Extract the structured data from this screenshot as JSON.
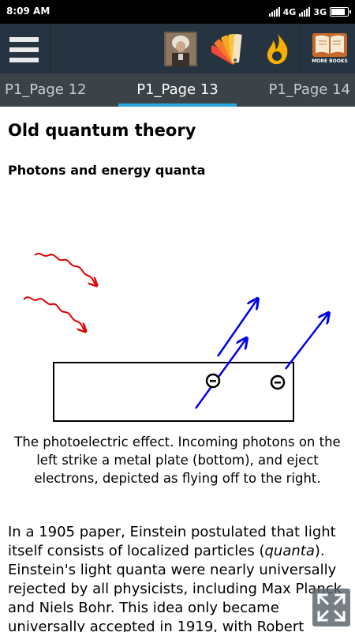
{
  "status": {
    "time": "8:09 AM",
    "net1": "4G",
    "net2": "3G"
  },
  "appbar": {
    "more_books_label": "MORE BOOKS",
    "icons": [
      "menu-icon",
      "einstein-portrait-icon",
      "color-swatch-icon",
      "flame-icon",
      "books-icon"
    ]
  },
  "tabs": {
    "prev": "P1_Page 12",
    "current": "P1_Page 13",
    "next": "P1_Page 14"
  },
  "content": {
    "title": "Old quantum theory",
    "subtitle": "Photons and energy quanta",
    "figure_electron_sign": "−",
    "caption": "The photoelectric effect. Incoming photons on the left strike a metal plate (bottom), and eject electrons, depicted as flying off to the right.",
    "paragraph_before": "In a 1905 paper, Einstein postulated that light itself consists of localized particles (",
    "paragraph_italic": "quanta",
    "paragraph_after": "). Einstein's light quanta were nearly universally rejected by all physicists, including Max Planck and Niels Bohr. This idea only became universally accepted in 1919, with Robert"
  },
  "colors": {
    "appbar": "#253440",
    "tabbar": "#3b4348",
    "tab_indicator": "#29a8e0",
    "photon": "#e00000",
    "electron_path": "#0000ee"
  }
}
